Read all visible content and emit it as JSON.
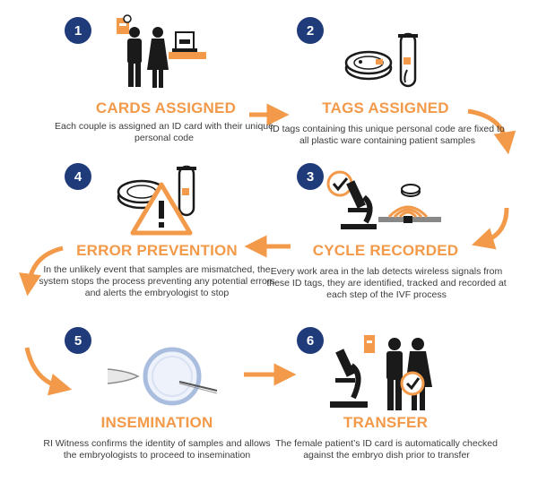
{
  "steps": [
    {
      "number": "1",
      "title": "CARDS ASSIGNED",
      "description": "Each couple is assigned an ID card with their unique personal code",
      "icon": "couple-with-id-card-icon"
    },
    {
      "number": "2",
      "title": "TAGS ASSIGNED",
      "description": "ID tags containing this unique personal code are fixed to all plastic ware containing patient samples",
      "icon": "petri-dish-and-test-tube-icon"
    },
    {
      "number": "3",
      "title": "CYCLE RECORDED",
      "description": "Every work area in the lab detects wireless signals from these ID tags, they are identified, tracked and recorded at each step of the IVF process",
      "icon": "microscope-wireless-signal-icon"
    },
    {
      "number": "4",
      "title": "ERROR PREVENTION",
      "description": "In the unlikely event that samples are mismatched, the system stops the process preventing any potential errors and alerts the embryologist to stop",
      "icon": "warning-triangle-icon"
    },
    {
      "number": "5",
      "title": "INSEMINATION",
      "description": "RI Witness confirms the identity of samples and allows the embryologists to proceed to insemination",
      "icon": "egg-injection-pipette-icon"
    },
    {
      "number": "6",
      "title": "TRANSFER",
      "description": "The female patient’s ID card is automatically checked against the embryo dish prior to transfer",
      "icon": "microscope-and-couple-icon"
    }
  ],
  "colors": {
    "accent": "#f39a4a",
    "badge": "#1f3b7a",
    "icon_dark": "#1a1a1a",
    "text": "#3c3c3c"
  }
}
